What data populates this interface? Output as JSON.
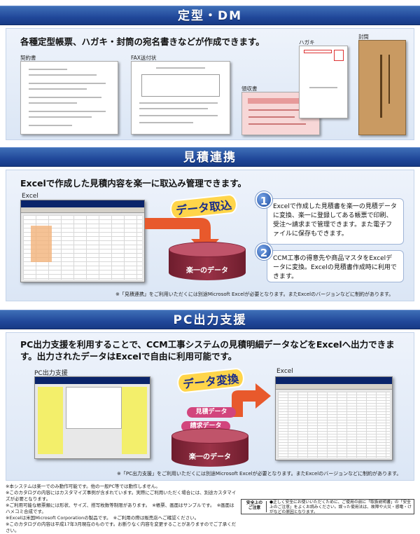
{
  "sections": {
    "dm": {
      "title": "定型・DM",
      "lead": "各種定型帳票、ハガキ・封筒の宛名書きなどが作成できます。",
      "labels": {
        "contract": "契約書",
        "fax": "FAX送付状",
        "receipt": "領収書",
        "postcard": "ハガキ",
        "envelope": "封筒"
      }
    },
    "estimate": {
      "title": "見積連携",
      "lead": "Excelで作成した見積内容を楽一に取込み管理できます。",
      "excel_label": "Excel",
      "arrow_label": "データ取込",
      "db_label": "楽一のデータ",
      "point1_num": "1",
      "point1": "Excelで作成した見積書を楽一の見積データに変換、楽一に登録してある帳票で印刷、受注～請求まで管理できます。また電子ファイルに保存もできます。",
      "point2_num": "2",
      "point2": "CCM工事の得意先や商品マスタをExcelデータに変換。Excelの見積書作成時に利用できます。",
      "note": "※「見積連携」をご利用いただくには別途Microsoft Excelが必要となります。またExcelのバージョンなどに制約があります。"
    },
    "pc": {
      "title": "PC出力支援",
      "lead": "PC出力支援を利用することで、CCM工事システムの見積明細データなどをExcelへ出力できます。出力されたデータはExcelで自由に利用可能です。",
      "screen_label": "PC出力支援",
      "excel_label": "Excel",
      "arrow_label": "データ変換",
      "pill1": "見積データ",
      "pill2": "請求データ",
      "db_label": "楽一のデータ",
      "note": "※「PC出力支援」をご利用いただくには別途Microsoft Excelが必要となります。またExcelのバージョンなどに制約があります。"
    }
  },
  "footer": {
    "lines": [
      "※本システムは楽一でのみ動作可能です。他の一般PC等では動作しません。",
      "※このカタログの内容にはカスタマイズ事例が含まれています。実際にご利用いただく場合には、別途カスタマイズが必要となります。",
      "※ご利用可能な帳票類には形状、サイズ、搭写枚数等制限があります。　※帳票、画面はサンプルです。　※画面はハメコミ合成です。",
      "※Excelは米国Microsoft Corporationの製品です。　※ご利用の際は販売店へご確認ください。",
      "※このカタログの内容は平成17年3月現在のものです。お断りなく内容を変更することがありますのでご了承ください。"
    ],
    "safety_label": "安全上の\nご注意",
    "safety_text": "●正しく安全にお使いいただくために、ご使用の前に「取扱説明書」の「安全上のご注意」をよくお読みください。誤った使用法は、故障や火災・感電・けがなどの原因となります。"
  },
  "colors": {
    "band": "#21489a",
    "db": "#9a3247",
    "arrow": "#e8592c",
    "highlight": "#ffd54a"
  }
}
